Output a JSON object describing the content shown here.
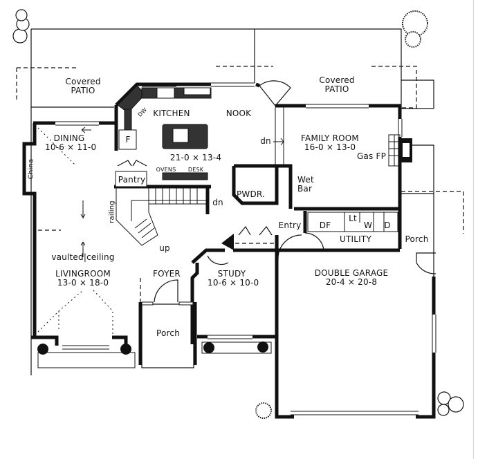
{
  "plan": {
    "rooms": [
      {
        "id": "covered-patio-left",
        "name": "Covered",
        "name2": "PATIO",
        "dims": ""
      },
      {
        "id": "covered-patio-right",
        "name": "Covered",
        "name2": "PATIO",
        "dims": ""
      },
      {
        "id": "kitchen",
        "name": "KITCHEN",
        "dims": "21-0 × 13-4"
      },
      {
        "id": "nook",
        "name": "NOOK",
        "dims": ""
      },
      {
        "id": "dining",
        "name": "DINING",
        "dims": "10-6 × 11-0"
      },
      {
        "id": "family-room",
        "name": "FAMILY ROOM",
        "dims": "16-0 × 13-0"
      },
      {
        "id": "living-room",
        "name": "LIVINGROOM",
        "dims": "13-0 × 18-0"
      },
      {
        "id": "foyer",
        "name": "FOYER",
        "dims": ""
      },
      {
        "id": "study",
        "name": "STUDY",
        "dims": "10-6 × 10-0"
      },
      {
        "id": "double-garage",
        "name": "DOUBLE GARAGE",
        "dims": "20-4 × 20-8"
      },
      {
        "id": "utility",
        "name": "UTILITY",
        "dims": ""
      },
      {
        "id": "entry",
        "name": "Entry",
        "dims": ""
      },
      {
        "id": "powder",
        "name": "PWDR.",
        "dims": ""
      },
      {
        "id": "pantry",
        "name": "Pantry",
        "dims": ""
      },
      {
        "id": "front-porch",
        "name": "Porch",
        "dims": ""
      },
      {
        "id": "side-porch",
        "name": "Porch",
        "dims": ""
      }
    ],
    "fixtures": {
      "dw": "DW",
      "fridge": "F",
      "ovens": "OVENS",
      "desk": "DESK",
      "china": "China",
      "railing": "railing",
      "gas_fp": "Gas FP",
      "wet": "Wet",
      "bar": "Bar",
      "df": "DF",
      "lt": "Lt",
      "washer": "W",
      "dryer": "D",
      "vaulted": "vaulted",
      "ceiling": "ceiling"
    },
    "stairs": {
      "dn_label": "dn",
      "up_label": "up",
      "nook_dn_label": "dn"
    }
  }
}
